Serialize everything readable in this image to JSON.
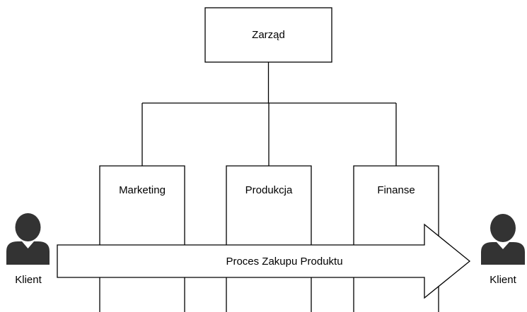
{
  "diagram": {
    "top_box": {
      "label": "Zarząd"
    },
    "departments": [
      {
        "label": "Marketing"
      },
      {
        "label": "Produkcja"
      },
      {
        "label": "Finanse"
      }
    ],
    "process_arrow": {
      "label": "Proces Zakupu Produktu"
    },
    "actors": {
      "left": {
        "label": "Klient",
        "icon": "person-icon"
      },
      "right": {
        "label": "Klient",
        "icon": "person-icon"
      }
    }
  },
  "colors": {
    "stroke": "#000000",
    "fill": "#ffffff",
    "person": "#333333"
  }
}
